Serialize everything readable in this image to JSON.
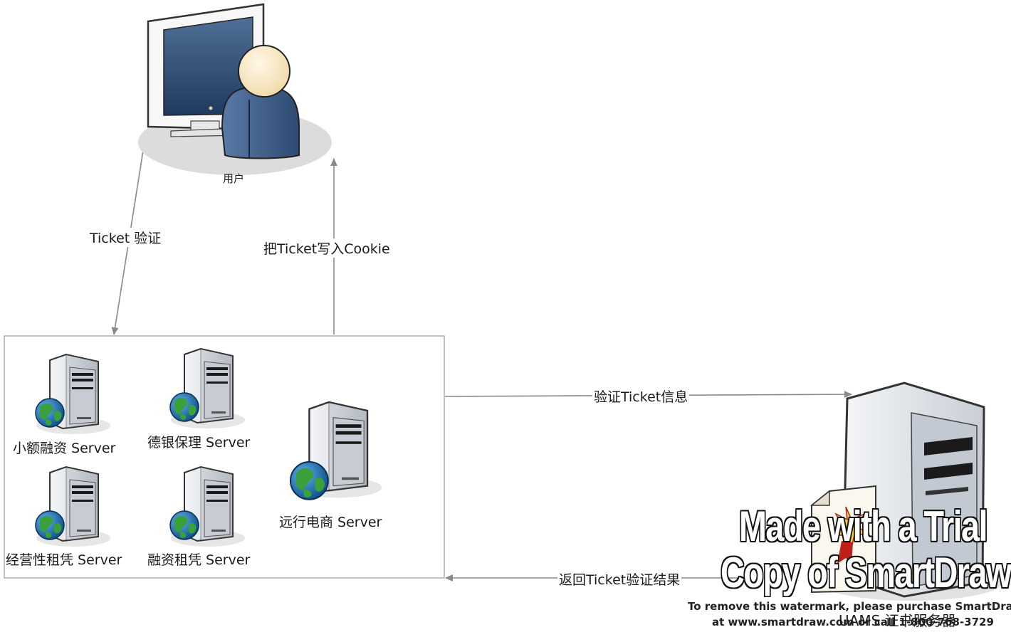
{
  "labels": {
    "user": "用户",
    "ticket_verify": "Ticket 验证",
    "write_cookie": "把Ticket写入Cookie",
    "verify_ticket_info": "验证Ticket信息",
    "return_result": "返回Ticket验证结果",
    "uams_server": "UAMS 证书服务器"
  },
  "servers": [
    {
      "label": "小额融资 Server"
    },
    {
      "label": "德银保理 Server"
    },
    {
      "label": "经营性租凭 Server"
    },
    {
      "label": "融资租凭 Server"
    },
    {
      "label": "远行电商 Server"
    }
  ],
  "watermark": {
    "line1": "Made with a Trial",
    "line2": "Copy of SmartDraw",
    "small1": "To remove this watermark, please purchase SmartDraw",
    "small2": "at www.smartdraw.com or call 1-800-768-3729"
  },
  "colors": {
    "arrow": "#8a8a8a",
    "box_border": "#9a9a9a",
    "user_body": "#3f5f8a",
    "server_body": "#d4d8de",
    "globe_blue": "#1f6fb0",
    "globe_green": "#3a9a3a"
  }
}
